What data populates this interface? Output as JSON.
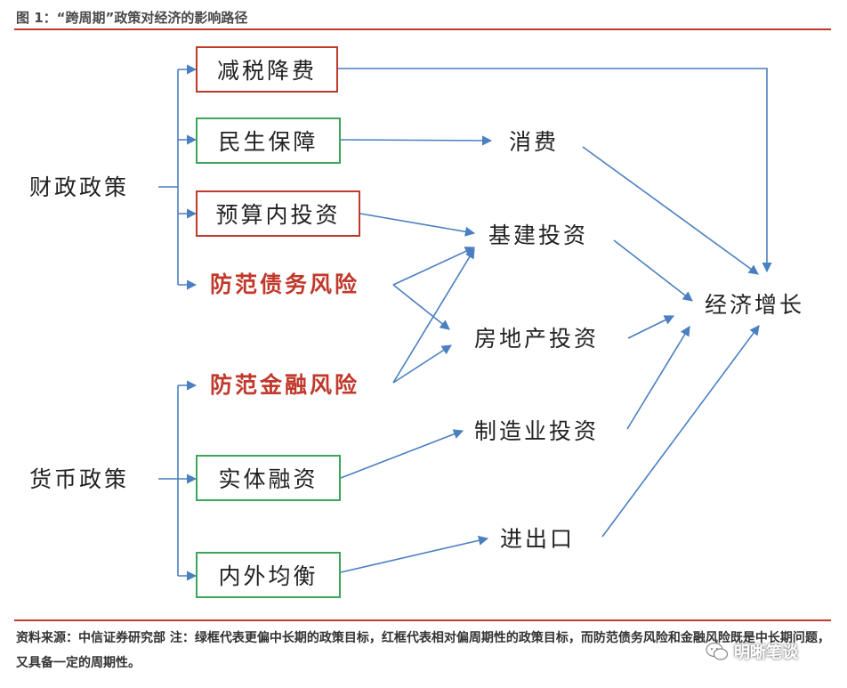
{
  "figure": {
    "title": "图 1：“跨周期”政策对经济的影响路径"
  },
  "policies": {
    "fiscal": "财政政策",
    "monetary": "货币政策"
  },
  "instruments": {
    "tax_cut": "减税降费",
    "livelihood": "民生保障",
    "budget_invest": "预算内投资",
    "debt_risk": "防范债务风险",
    "finance_risk": "防范金融风险",
    "real_finance": "实体融资",
    "balance": "内外均衡"
  },
  "channels": {
    "consumption": "消费",
    "infrastructure": "基建投资",
    "real_estate": "房地产投资",
    "manufacturing": "制造业投资",
    "trade": "进出口"
  },
  "outcome": {
    "growth": "经济增长"
  },
  "colors": {
    "short_term_box": "#c0392b",
    "long_term_box": "#3ba55c",
    "arrow": "#4a7fc1",
    "rule": "#c0392b"
  },
  "footer": {
    "note": "资料来源：中信证券研究部 注：绿框代表更偏中长期的政策目标，红框代表相对偏周期性的政策目标，而防范债务风险和金融风险既是中长期问题，又具备一定的周期性。",
    "watermark": "明晰笔谈"
  }
}
